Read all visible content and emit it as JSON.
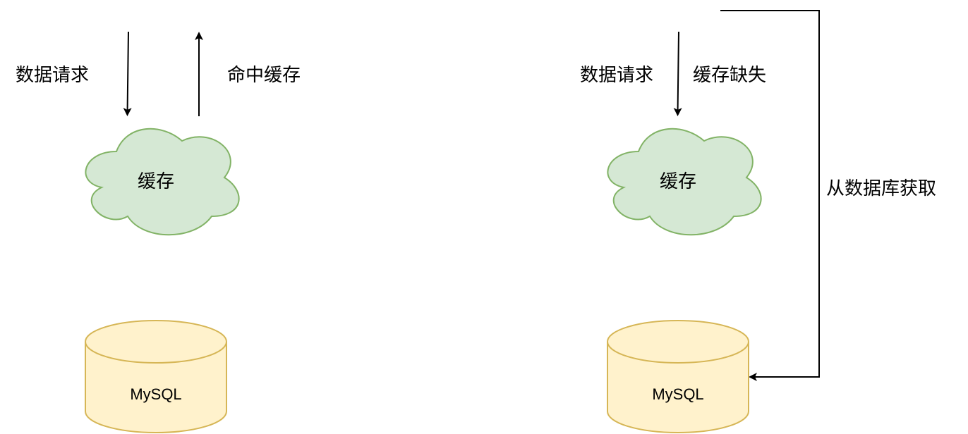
{
  "colors": {
    "cache_fill": "#d5e8d4",
    "cache_stroke": "#82b366",
    "db_fill": "#fff2cc",
    "db_stroke": "#d6b656",
    "edge": "#000000"
  },
  "left": {
    "request_label": "数据请求",
    "hit_label": "命中缓存",
    "cache_label": "缓存",
    "db_label": "MySQL"
  },
  "right": {
    "request_label": "数据请求",
    "miss_label": "缓存缺失",
    "cache_label": "缓存",
    "db_label": "MySQL",
    "fetch_label": "从数据库获取"
  }
}
